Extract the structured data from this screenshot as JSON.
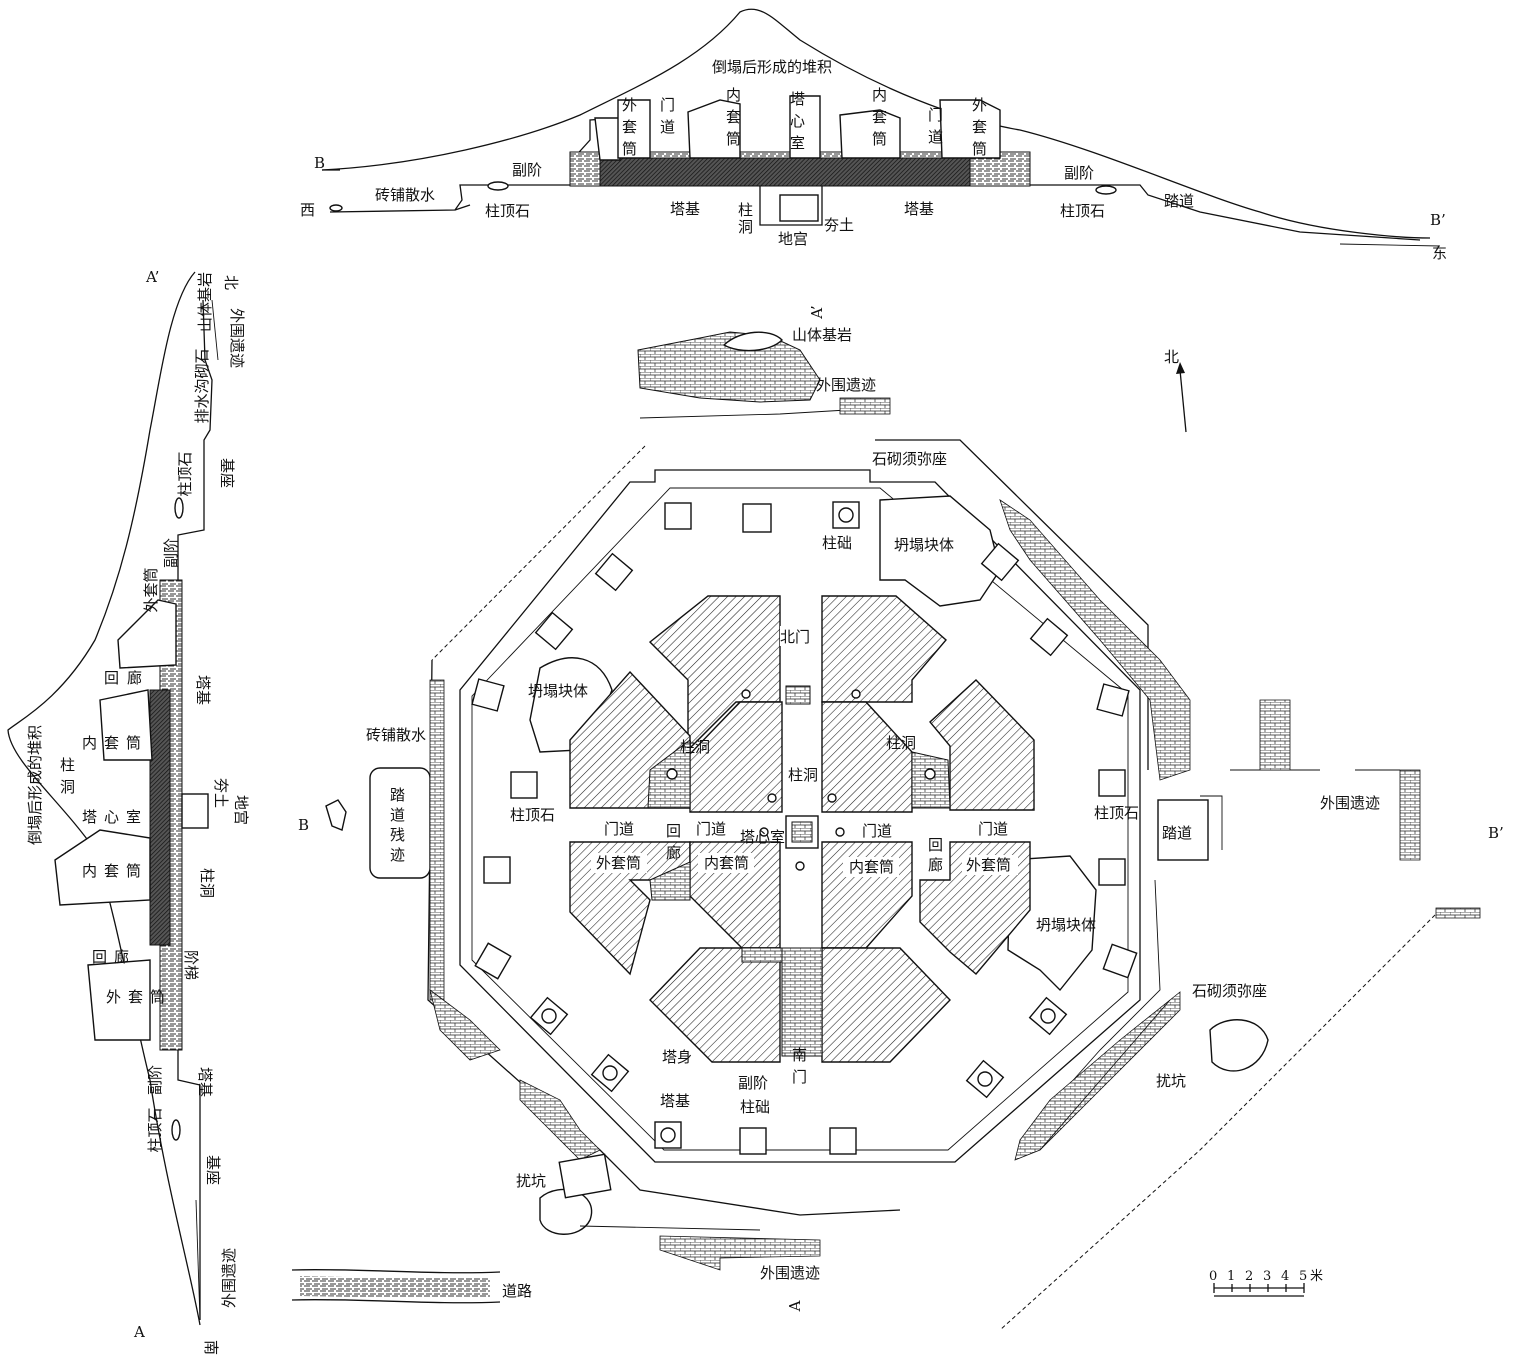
{
  "section_bb": {
    "end_left": "B",
    "end_right": "B’",
    "dir_left": "西",
    "dir_right": "东",
    "debris": "倒塌后形成的堆积",
    "waiwt_l": [
      "外",
      "套",
      "筒"
    ],
    "mendao_l": [
      "门",
      "道"
    ],
    "neitt_l": [
      "内",
      "套",
      "筒"
    ],
    "taxin": [
      "塔",
      "心",
      "室"
    ],
    "neitt_r": [
      "内",
      "套",
      "筒"
    ],
    "mendao_r": [
      "门",
      "道"
    ],
    "waitt_r": [
      "外",
      "套",
      "筒"
    ],
    "fujie_l": "副阶",
    "fujie_r": "副阶",
    "brick_drain": "砖铺散水",
    "capstone_l": "柱顶石",
    "capstone_r": "柱顶石",
    "base_l": "塔基",
    "base_r": "塔基",
    "pillar_hole": [
      "柱",
      "洞"
    ],
    "rammed": "夯土",
    "crypt": "地宫",
    "ramp": "踏道"
  },
  "section_aa": {
    "end_top": "A’",
    "end_bottom": "A",
    "dir_top": "北",
    "dir_bottom": "南",
    "debris": "倒塌后形成的堆积",
    "bedrock": "山体基岩",
    "periph_top": "外围遗迹",
    "drain": "排水沟砌石",
    "capstone_top": "柱顶石",
    "plinth_top": "基座",
    "fujie_top": "副阶",
    "waitt_top": "外套筒",
    "huilang_top": [
      "回",
      "廊"
    ],
    "base_top": "塔基",
    "neitt_top": [
      "内",
      "套",
      "筒"
    ],
    "zhudong": [
      "柱",
      "洞"
    ],
    "taxin": [
      "塔",
      "心",
      "室"
    ],
    "rammed": "夯土",
    "crypt": "地宫",
    "neitt_bottom": [
      "内",
      "套",
      "筒"
    ],
    "zhudong2": "柱洞",
    "huilang_bottom": [
      "回",
      "廊"
    ],
    "stairs": "阶梯",
    "waitt_bottom": [
      "外",
      "套",
      "筒"
    ],
    "fujie_bottom": "副阶",
    "base_bottom": "塔基",
    "capstone_bottom": "柱顶石",
    "plinth_bottom": "基座",
    "periph_bottom": "外围遗迹"
  },
  "plan": {
    "north": "北",
    "a_top": "A’",
    "a_bottom": "A",
    "b_left": "B",
    "b_right": "B’",
    "bedrock": "山体基岩",
    "periph_n": "外围遗迹",
    "periph_e": "外围遗迹",
    "periph_s": "外围遗迹",
    "sumeru_n": "石砌须弥座",
    "sumeru_e": "石砌须弥座",
    "collapse_ne": "坍塌块体",
    "collapse_w": "坍塌块体",
    "collapse_e": "坍塌块体",
    "pillar_base_n": "柱础",
    "pillar_base_s": "柱础",
    "north_gate": "北门",
    "south_gate": [
      "南",
      "门"
    ],
    "brick_drain": "砖铺散水",
    "ramp_remains": [
      "踏",
      "道",
      "残",
      "迹"
    ],
    "ramp_e": "踏道",
    "capstone_w": "柱顶石",
    "capstone_e": "柱顶石",
    "pillar_hole_w": "柱洞",
    "pillar_hole_e": "柱洞",
    "pillar_hole_c": "柱洞",
    "center_room": "塔心室",
    "passage_1": "门道",
    "passage_2": "门道",
    "passage_3": "门道",
    "passage_4": "门道",
    "corridor_w": [
      "回",
      "廊"
    ],
    "corridor_e": [
      "回",
      "廊"
    ],
    "outer_tube_w": "外套筒",
    "inner_tube_w": "内套筒",
    "inner_tube_e": "内套筒",
    "outer_tube_e": "外套筒",
    "tower_body": "塔身",
    "fujie": "副阶",
    "tower_base": "塔基",
    "pit_e": "扰坑",
    "pit_sw": "扰坑",
    "road": "道路"
  },
  "scale_bar": {
    "ticks": [
      "0",
      "1",
      "2",
      "3",
      "4",
      "5"
    ],
    "unit": "米"
  }
}
